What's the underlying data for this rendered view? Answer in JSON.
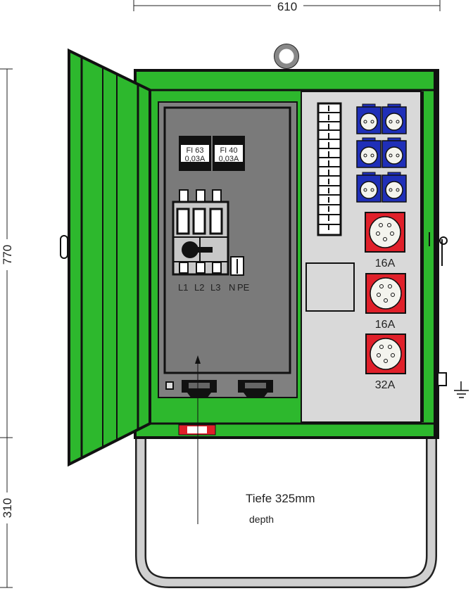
{
  "dimensions": {
    "width": "610",
    "height_cabinet": "770",
    "height_stand": "310"
  },
  "rcd": [
    {
      "type": "FI 63",
      "rating": "0,03A"
    },
    {
      "type": "FI 40",
      "rating": "0,03A"
    }
  ],
  "switch_terminals": {
    "l1": "L1",
    "l2": "L2",
    "l3": "L3",
    "n": "N",
    "pe": "PE"
  },
  "cee_sockets": [
    "16A",
    "16A",
    "32A"
  ],
  "depth": {
    "label": "Tiefe 325mm",
    "sub": "depth"
  },
  "colors": {
    "cabinet": "#2db82d",
    "panel": "#808080",
    "right_panel": "#d9d9d9",
    "schuko": "#1f2fb8",
    "cee": "#e0202a"
  }
}
